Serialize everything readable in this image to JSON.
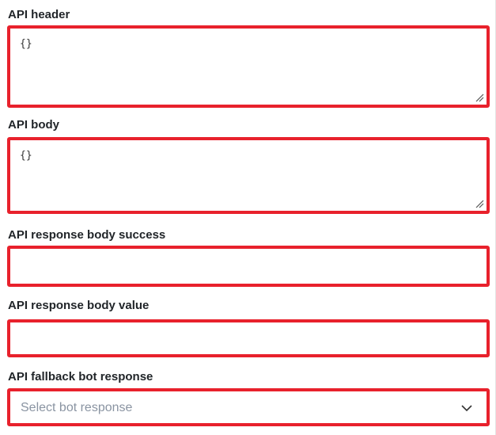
{
  "fields": {
    "api_header": {
      "label": "API header",
      "value": "{}",
      "type": "textarea"
    },
    "api_body": {
      "label": "API body",
      "value": "{}",
      "type": "textarea"
    },
    "api_response_body_success": {
      "label": "API response body success",
      "value": "",
      "type": "text"
    },
    "api_response_body_value": {
      "label": "API response body value",
      "value": "",
      "type": "text"
    },
    "api_fallback_bot_response": {
      "label": "API fallback bot response",
      "placeholder": "Select bot response",
      "type": "select"
    }
  },
  "icons": {
    "resize_handle": "resize-grip-icon",
    "dropdown": "chevron-down-icon"
  },
  "colors": {
    "highlight_border": "#e8212c",
    "label_text": "#212529",
    "placeholder_text": "#8a94a2"
  }
}
